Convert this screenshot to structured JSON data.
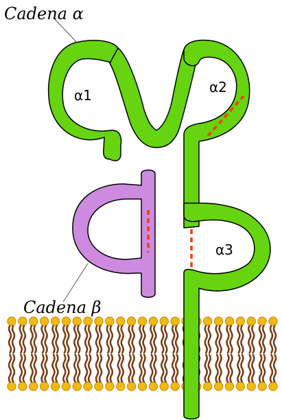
{
  "labels": {
    "chain_alpha": "Cadena α",
    "chain_beta": "Cadena β",
    "domain_a1": "α1",
    "domain_a2": "α2",
    "domain_a3": "α3"
  },
  "colors": {
    "alpha_chain_fill": "#66d40e",
    "alpha_chain_stroke": "#000000",
    "beta_chain_fill": "#cd8be0",
    "disulfide_bond": "#ff3b00",
    "lipid_head": "#f2b90e",
    "lipid_tail": "#7a3c14"
  },
  "membrane": {
    "rows": 2,
    "heads_per_row": 25
  }
}
